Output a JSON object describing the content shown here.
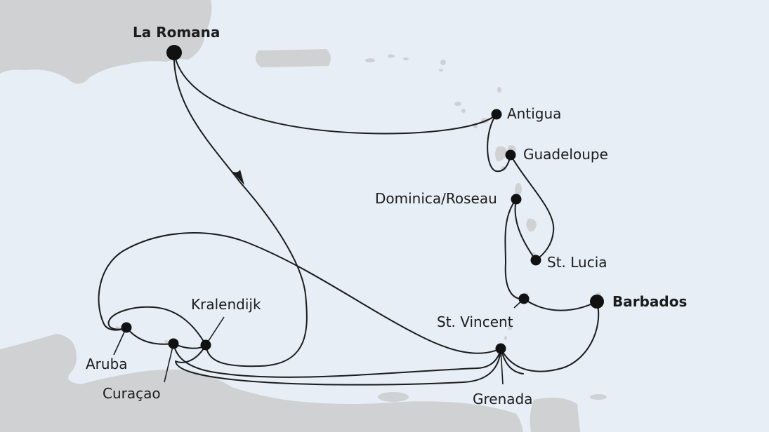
{
  "map": {
    "colors": {
      "sea": "#e7eef6",
      "land": "#cfd1d3",
      "route": "#1c1c1c",
      "port": "#111111"
    },
    "ports": {
      "la_romana": "La Romana",
      "antigua": "Antigua",
      "guadeloupe": "Guadeloupe",
      "dominica": "Dominica/Roseau",
      "st_lucia": "St. Lucia",
      "st_vincent": "St. Vincent",
      "barbados": "Barbados",
      "grenada": "Grenada",
      "kralendijk": "Kralendijk",
      "aruba": "Aruba",
      "curacao": "Curaçao"
    }
  }
}
